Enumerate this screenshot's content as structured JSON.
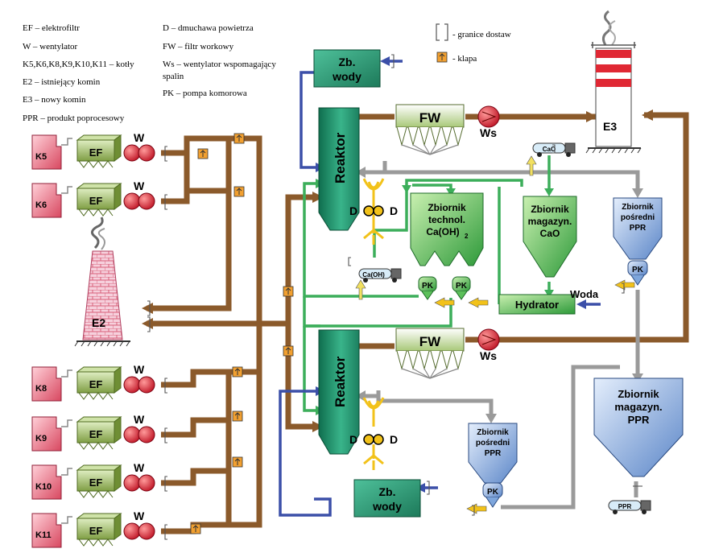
{
  "legend": {
    "left": [
      "EF – elektrofiltr",
      "W – wentylator",
      "K5,K6,K8,K9,K10,K11 – kotły",
      "E2 – istniejący komin",
      "E3 – nowy komin",
      "PPR – produkt poprocesowy"
    ],
    "middle": [
      "D – dmuchawa powietrza",
      "FW – filtr workowy",
      "Ws – wentylator wspomagający",
      "spalin",
      "PK – pompa komorowa"
    ],
    "symbols": {
      "granice": "- granice dostaw",
      "klapa": "- klapa"
    }
  },
  "boilers": [
    "K5",
    "K6",
    "K8",
    "K9",
    "K10",
    "K11"
  ],
  "labels": {
    "ef": "EF",
    "w": "W",
    "e2": "E2",
    "e3": "E3",
    "reaktor": "Reaktor",
    "fw": "FW",
    "ws": "Ws",
    "zb_wody_1": "Zb.",
    "zb_wody_2": "wody",
    "d": "D",
    "ztech_1": "Zbiornik",
    "ztech_2": "technol.",
    "ztech_3": "Ca(OH)",
    "ztech_sub": "2",
    "zmag_cao_1": "Zbiornik",
    "zmag_cao_2": "magazyn.",
    "zmag_cao_3": "CaO",
    "zpos_1": "Zbiornik",
    "zpos_2": "pośredni",
    "zpos_3": "PPR",
    "zmag_ppr_1": "Zbiornik",
    "zmag_ppr_2": "magazyn.",
    "zmag_ppr_3": "PPR",
    "pk": "PK",
    "hydrator": "Hydrator",
    "woda": "Woda",
    "truck_cao": "CaO",
    "truck_caoh": "Ca(OH)",
    "truck_ppr": "PPR"
  },
  "colors": {
    "flue": "#8b5a2b",
    "green": "#3cae5a",
    "blue": "#3b4fa8",
    "grey": "#9a9a9a",
    "boiler": "#e8657a",
    "ef": "#8fae5a",
    "fan": "#d83040",
    "reactor": "#2f9e7a",
    "tank_green": "#5cc05a",
    "tank_blue": "#7ea6dc",
    "yellow": "#f2c21a"
  }
}
